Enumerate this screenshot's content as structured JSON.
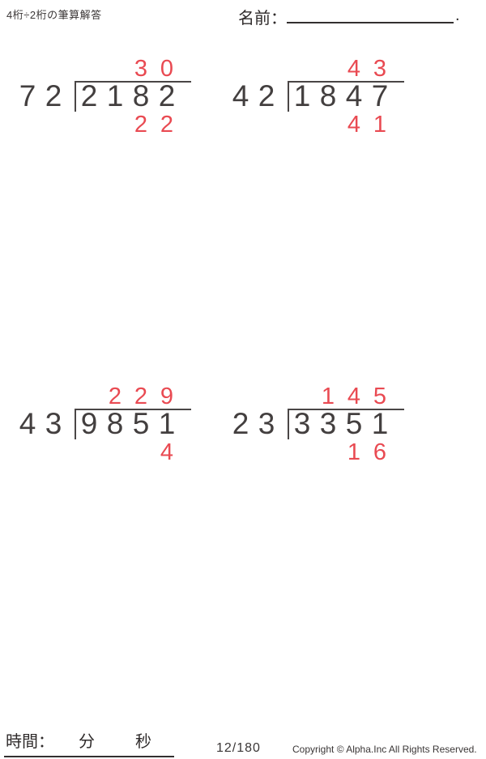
{
  "header": {
    "title": "4桁÷2桁の筆算解答",
    "name_label": "名前：",
    "name_period": "."
  },
  "colors": {
    "digit_ink": "#433f3f",
    "answer_red": "#e94a52",
    "line": "#4a4646"
  },
  "problems": [
    {
      "divisor": [
        "7",
        "2"
      ],
      "dividend": [
        "2",
        "1",
        "8",
        "2"
      ],
      "quotient": [
        "",
        "",
        "3",
        "0"
      ],
      "remainder": [
        "",
        "",
        "2",
        "2"
      ]
    },
    {
      "divisor": [
        "4",
        "2"
      ],
      "dividend": [
        "1",
        "8",
        "4",
        "7"
      ],
      "quotient": [
        "",
        "",
        "4",
        "3"
      ],
      "remainder": [
        "",
        "",
        "4",
        "1"
      ]
    },
    {
      "divisor": [
        "4",
        "3"
      ],
      "dividend": [
        "9",
        "8",
        "5",
        "1"
      ],
      "quotient": [
        "",
        "2",
        "2",
        "9"
      ],
      "remainder": [
        "",
        "",
        "",
        "4"
      ]
    },
    {
      "divisor": [
        "2",
        "3"
      ],
      "dividend": [
        "3",
        "3",
        "5",
        "1"
      ],
      "quotient": [
        "",
        "1",
        "4",
        "5"
      ],
      "remainder": [
        "",
        "",
        "1",
        "6"
      ]
    }
  ],
  "footer": {
    "time_label": "時間：",
    "minutes_label": "分",
    "seconds_label": "秒",
    "page_number": "12/180",
    "copyright": "Copyright © Alpha.Inc All Rights Reserved."
  }
}
